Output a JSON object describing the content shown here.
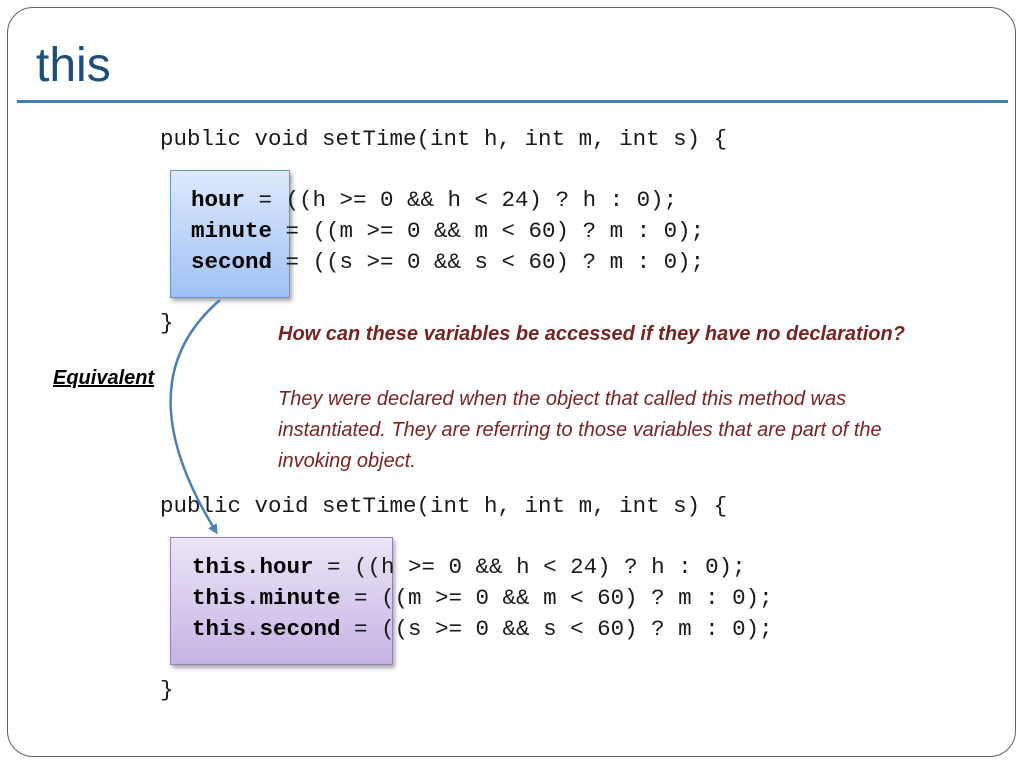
{
  "slide": {
    "title": "this",
    "equivalent_label": "Equivalent",
    "question": "How can these variables be accessed if they have no declaration?",
    "answer_lines": [
      "They were declared when the object that called this method was",
      "instantiated.  They are referring to those variables that are part of the",
      "invoking object."
    ]
  },
  "code_top": {
    "signature": "public void setTime(int h, int m, int s) {",
    "lines": [
      {
        "var": "hour",
        "rest": " = ((h >= 0 && h < 24) ? h : 0);"
      },
      {
        "var": "minute",
        "rest": " = ((m >= 0 && m < 60) ? m : 0);"
      },
      {
        "var": "second",
        "rest": " = ((s >= 0 && s < 60) ? m : 0);"
      }
    ],
    "closing": "}"
  },
  "code_bottom": {
    "signature": "public void setTime(int h, int m, int s) {",
    "lines": [
      {
        "var": "this.hour",
        "rest": " = ((h >= 0 && h < 24) ? h : 0);"
      },
      {
        "var": "this.minute",
        "rest": " = ((m >= 0 && m < 60) ? m : 0);"
      },
      {
        "var": "this.second",
        "rest": " = ((s >= 0 && s < 60) ? m : 0);"
      }
    ],
    "closing": "}"
  },
  "colors": {
    "title": "#1f4e79",
    "rule": "#3f7fb6",
    "question_text": "#7a2323",
    "arrow": "#4a7fb8"
  }
}
